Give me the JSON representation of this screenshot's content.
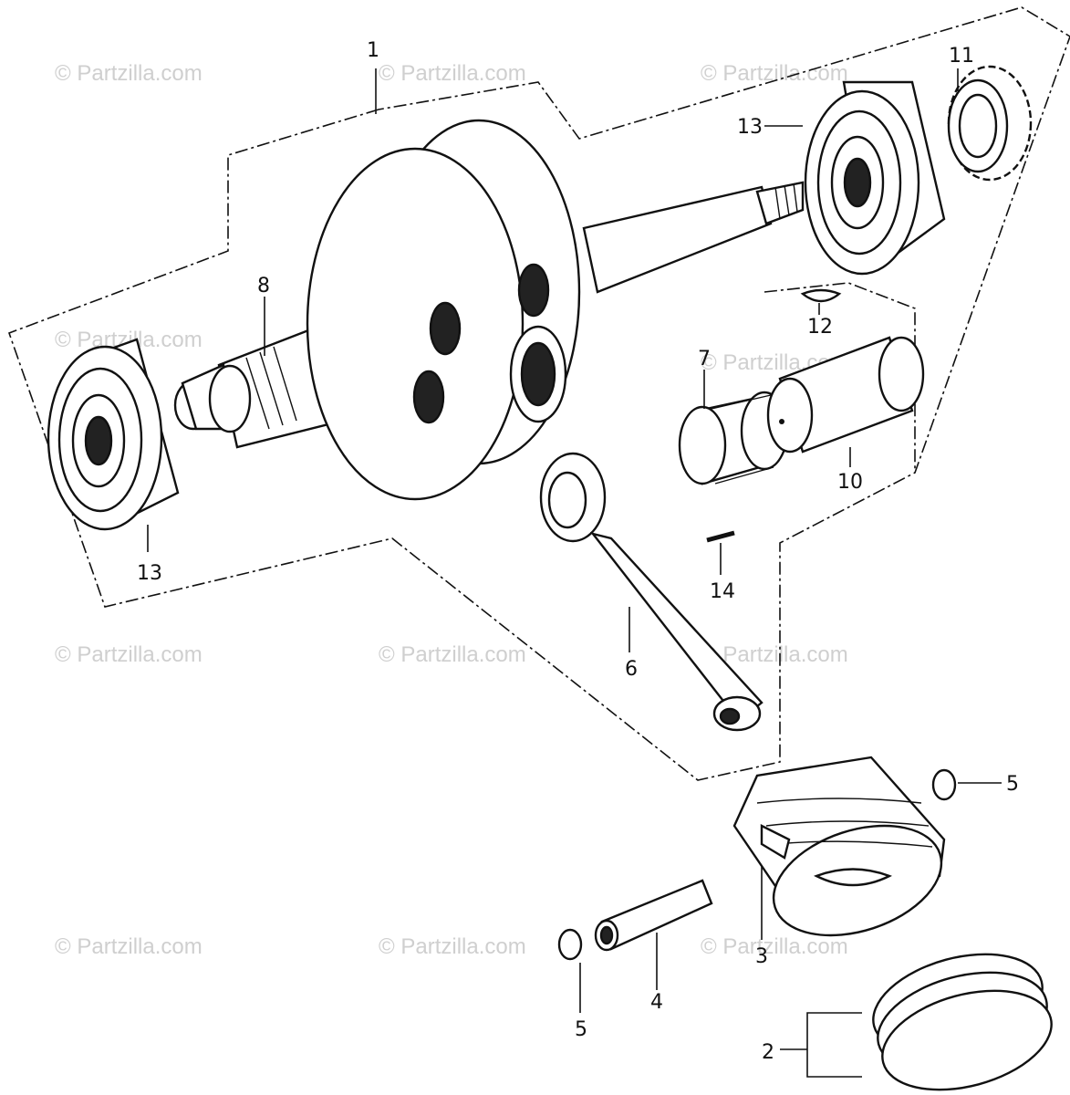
{
  "watermark": "© Partzilla.com",
  "callouts": {
    "c1": "1",
    "c2": "2",
    "c3": "3",
    "c4": "4",
    "c5a": "5",
    "c5b": "5",
    "c6": "6",
    "c7": "7",
    "c8": "8",
    "c10": "10",
    "c11": "11",
    "c12": "12",
    "c13a": "13",
    "c13b": "13",
    "c14": "14"
  }
}
